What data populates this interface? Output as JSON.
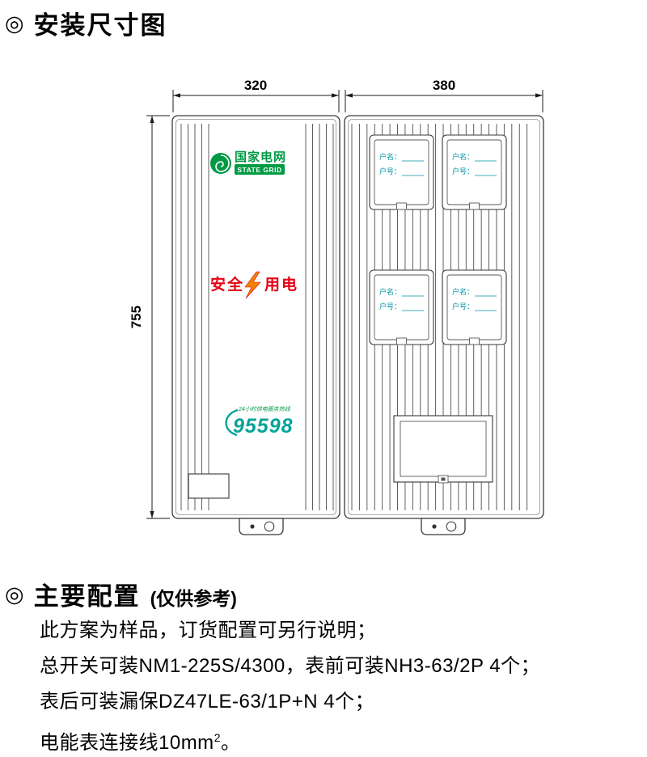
{
  "headings": {
    "bullet": "◎",
    "install_title": "安装尺寸图",
    "config_title": "主要配置",
    "config_note": "(仅供参考)"
  },
  "dimensions": {
    "left_width": "320",
    "right_width": "380",
    "height": "755"
  },
  "left_cabinet": {
    "brand_cn": "国家电网",
    "brand_en": "STATE GRID",
    "safety_left": "安全",
    "safety_right": "用电",
    "hotline_tagline": "24小时供电服务热线",
    "hotline_number": "95598"
  },
  "right_cabinet": {
    "meter_name_label": "户名：",
    "meter_no_label": "户号："
  },
  "notes": [
    "此方案为样品，订货配置可另行说明；",
    "总开关可装NM1-225S/4300，表前可装NH3-63/2P 4个；",
    "表后可装漏保DZ47LE-63/1P+N 4个；"
  ],
  "note_last": {
    "prefix": "电能表连接线10mm",
    "sup": "2",
    "suffix": "。"
  },
  "colors": {
    "brand_green": "#009a44",
    "safety_red": "#e60012",
    "bolt_orange": "#f08300",
    "hotline_teal": "#00a39b",
    "meter_label_teal": "#0292a5"
  }
}
